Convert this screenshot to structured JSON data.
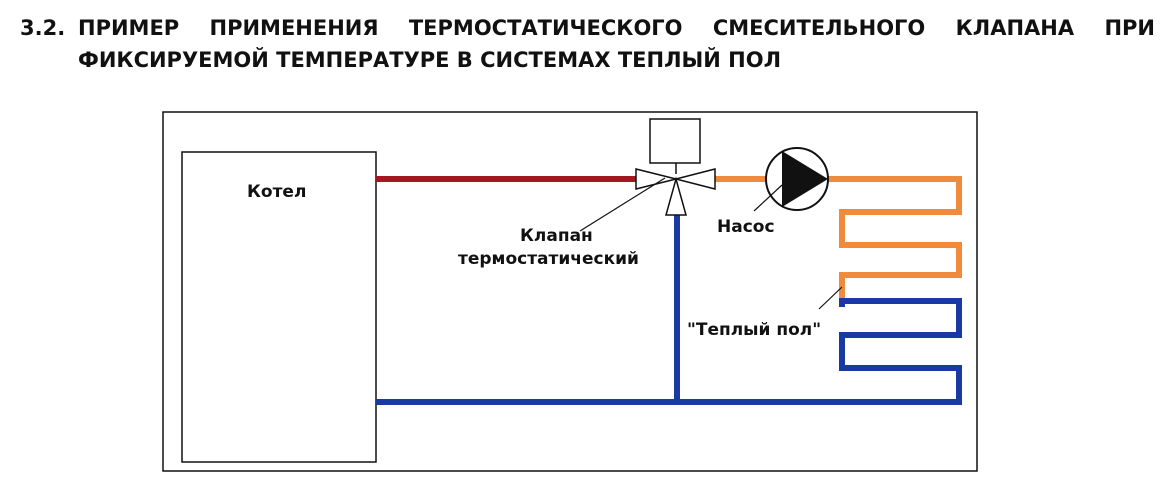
{
  "heading": {
    "number": "3.2.",
    "line1": "ПРИМЕР ПРИМЕНЕНИЯ ТЕРМОСТАТИЧЕСКОГО СМЕСИТЕЛЬНОГО КЛАПАНА ПРИ",
    "line2": "ФИКСИРУЕМОЙ ТЕМПЕРАТУРЕ В СИСТЕМАХ ТЕПЛЫЙ ПОЛ"
  },
  "diagram": {
    "boiler_label": "Котел",
    "valve_label_line1": "Клапан",
    "valve_label_line2": "термостатический",
    "pump_label": "Насос",
    "floor_label": "\"Теплый пол\""
  },
  "colors": {
    "hot_pipe": "#a31820",
    "mixed_pipe": "#f18a3a",
    "return_pipe": "#1a3aa3",
    "outline": "#111111"
  }
}
